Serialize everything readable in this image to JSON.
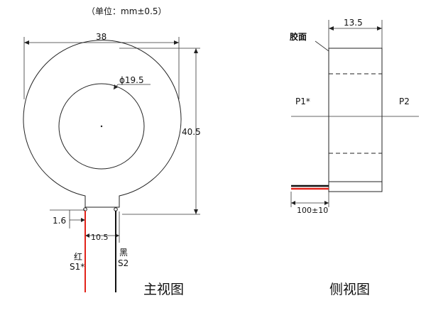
{
  "header": {
    "unit_note": "（单位：mm±0.5）"
  },
  "front_view": {
    "title": "主视图",
    "dims": {
      "outer_width": "38",
      "height": "40.5",
      "inner_diameter": "ϕ19.5",
      "lead_offset": "1.6",
      "lead_spacing": "10.5"
    },
    "leads": [
      {
        "color_label": "红",
        "terminal": "S1*",
        "wire_color": "#e2231a"
      },
      {
        "color_label": "黑",
        "terminal": "S2",
        "wire_color": "#111111"
      }
    ]
  },
  "side_view": {
    "title": "侧视图",
    "glue_label": "胶面",
    "thickness": "13.5",
    "primary_left": "P1*",
    "primary_right": "P2",
    "lead_length": "100±10"
  },
  "colors": {
    "red_wire": "#e2231a",
    "black_wire": "#111111",
    "line": "#222222"
  }
}
